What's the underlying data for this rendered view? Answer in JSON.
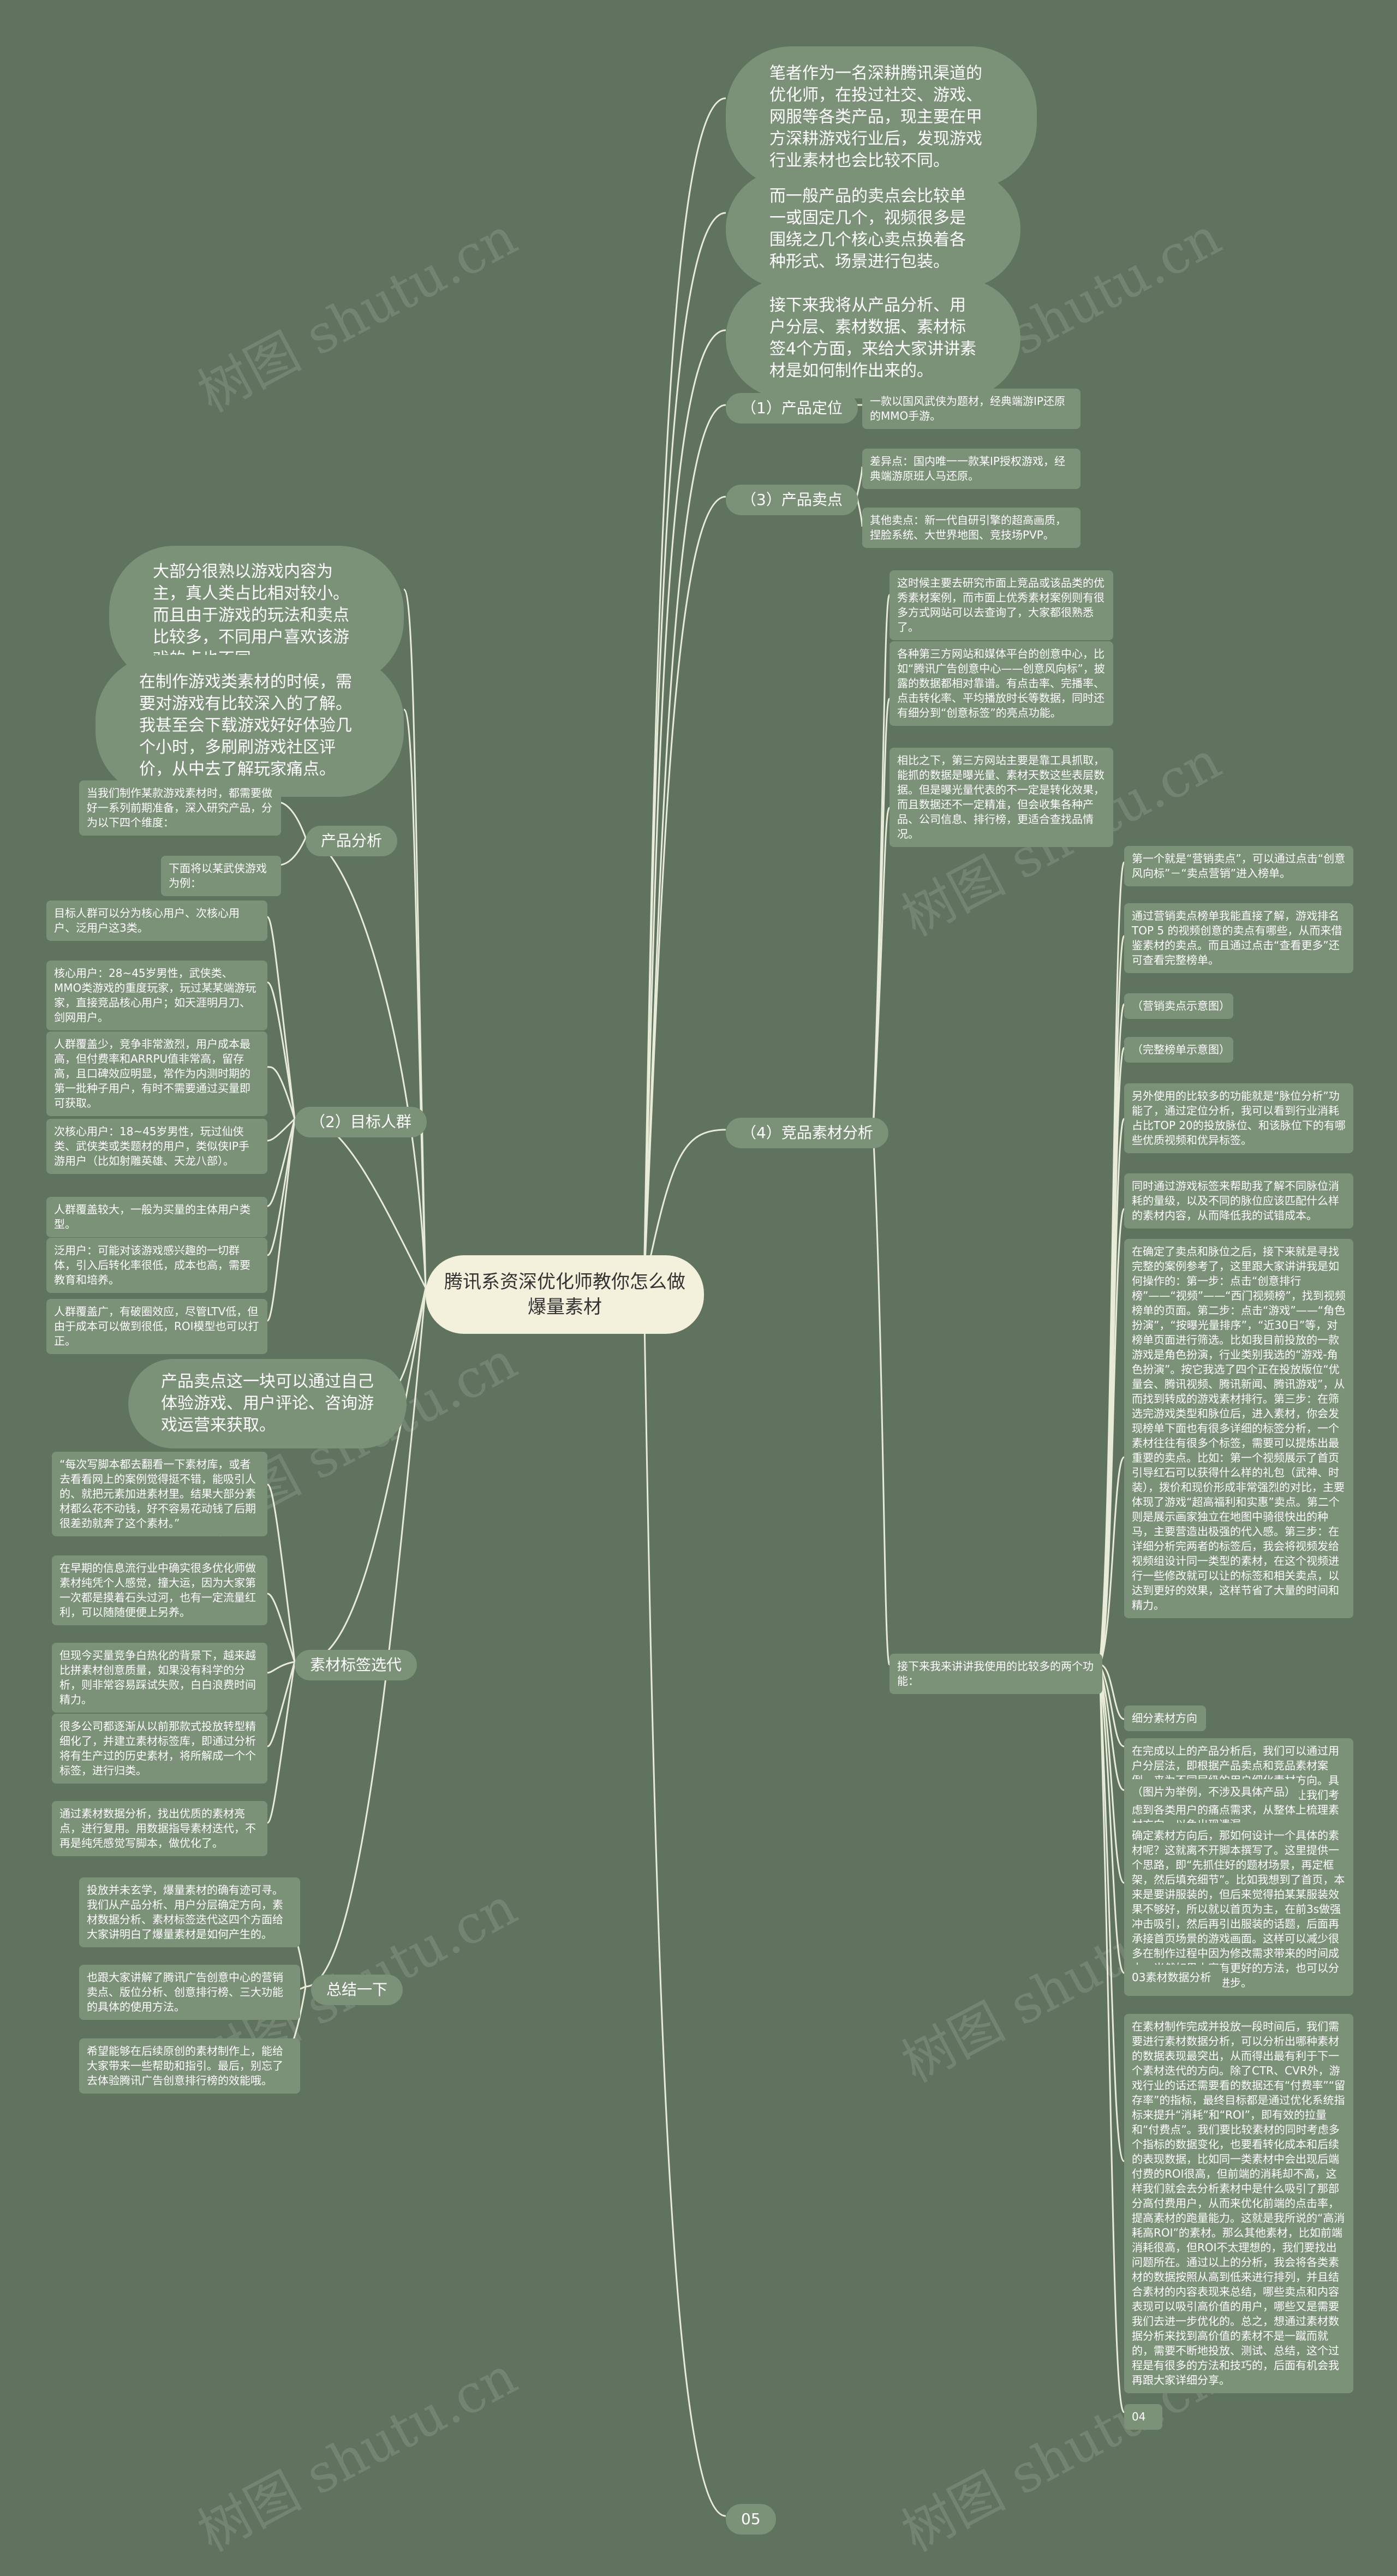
{
  "root": {
    "title": "腾讯系资深优化师教你怎么做爆量素材"
  },
  "right_top": [
    "笔者作为一名深耕腾讯渠道的优化师，在投过社交、游戏、网服等各类产品，现主要在甲方深耕游戏行业后，发现游戏行业素材也会比较不同。",
    "而一般产品的卖点会比较单一或固定几个，视频很多是围绕之几个核心卖点换着各种形式、场景进行包装。",
    "接下来我将从产品分析、用户分层、素材数据、素材标签4个方面，来给大家讲讲素材是如何制作出来的。"
  ],
  "product_position": {
    "label": "（1）产品定位",
    "items": [
      "一款以国风武侠为题材，经典端游IP还原的MMO手游。"
    ]
  },
  "selling_points": {
    "label": "（3）产品卖点",
    "items": [
      "差异点：国内唯一一款某IP授权游戏，经典端游原班人马还原。",
      "其他卖点：新一代自研引擎的超高画质，捏脸系统、大世界地图、竞技场PVP。"
    ]
  },
  "competitor": {
    "label": "（4）竞品素材分析",
    "intro": [
      "这时候主要去研究市面上竞品或该品类的优秀素材案例，而市面上优秀素材案例则有很多方式网站可以去查询了，大家都很熟悉了。",
      "各种第三方网站和媒体平台的创意中心，比如“腾讯广告创意中心——创意风向标”，披露的数据都相对靠谱。有点击率、完播率、点击转化率、平均播放时长等数据，同时还有细分到“创意标签”的亮点功能。",
      "相比之下，第三方网站主要是靠工具抓取，能抓的数据是曝光量、素材天数这些表层数据。但是曝光量代表的不一定是转化效果，而且数据还不一定精准，但会收集各种产品、公司信息、排行榜，更适合查找品情况。"
    ],
    "branch": "接下来我来讲讲我使用的比较多的两个功能：",
    "details": [
      "第一个就是“营销卖点”，可以通过点击“创意风向标”－“卖点营销”进入榜单。",
      "通过营销卖点榜单我能直接了解，游戏排名TOP 5 的视频创意的卖点有哪些，从而来借鉴素材的卖点。而且通过点击“查看更多”还可查看完整榜单。",
      "（营销卖点示意图）",
      "（完整榜单示意图）",
      "另外使用的比较多的功能就是“脉位分析”功能了，通过定位分析，我可以看到行业消耗占比TOP 20的投放脉位、和该脉位下的有哪些优质视频和优异标签。",
      "同时通过游戏标签来帮助我了解不同脉位消耗的量级，以及不同的脉位应该匹配什么样的素材内容，从而降低我的试错成本。",
      "在确定了卖点和脉位之后，接下来就是寻找完整的案例参考了，这里跟大家讲讲我是如何操作的：第一步：点击“创意排行榜”——“视频”——“西门视频榜”，找到视频榜单的页面。第二步：点击“游戏”——“角色扮演”，“按曝光量排序”，“近30日”等，对榜单页面进行筛选。比如我目前投放的一款游戏是角色扮演，行业类别我选的“游戏-角色扮演”。按它我选了四个正在投放版位“优量会、腾讯视频、腾讯新闻、腾讯游戏”，从而找到转成的游戏素材排行。第三步：在筛选完游戏类型和脉位后，进入素材，你会发现榜单下面也有很多详细的标签分析，一个素材往往有很多个标签，需要可以提炼出最重要的卖点。比如：第一个视频展示了首页引导红石可以获得什么样的礼包（武神、时装），拨价和现价形成非常强烈的对比，主要体现了游戏“超高福利和实惠”卖点。第二个则是展示画家独立在地图中骑很快出的种马，主要营造出极强的代入感。第三步：在详细分析完两者的标签后，我会将视频发给视频组设计同一类型的素材，在这个视频进行一些修改就可以让的标签和相关卖点，以达到更好的效果，这样节省了大量的时间和精力。",
      "细分素材方向",
      "在完成以上的产品分析后，我们可以通过用户分层法，即根据产品卖点和竞品素材案例，来为不同层级的用户细化素材方向。具体如图所示，这样的好处是，能够让我们考虑到各类用户的痛点需求，从整体上梳理素材方向，以免出现遗漏。",
      "（图片为举例，不涉及具体产品）",
      "确定素材方向后，那如何设计一个具体的素材呢？这就离不开脚本撰写了。这里提供一个思路，即“先抓住好的题材场景，再定框架，然后填充细节”。比如我想到了首页，本来是要讲服装的，但后来觉得拍某某服装效果不够好，所以就以首页为主，在前3s做强冲击吸引，然后再引出服装的话题，后面再承接首页场景的游戏画面。这样可以减少很多在制作过程中因为修改需求带来的时间成本，当然如果大家有更好的方法，也可以分享给我，一起交流进步。",
      "03素材数据分析",
      "在素材制作完成并投放一段时间后，我们需要进行素材数据分析，可以分析出哪种素材的数据表现最突出，从而得出最有利于下一个素材迭代的方向。除了CTR、CVR外，游戏行业的话还需要看的数据还有“付费率”“留存率”的指标，最终目标都是通过优化系统指标来提升“消耗”和“ROI”，即有效的拉量和“付费点”。我们要比较素材的同时考虑多个指标的数据变化，也要看转化成本和后续的表现数据，比如同一类素材中会出现后端付费的ROI很高，但前端的消耗却不高，这样我们就会去分析素材中是什么吸引了那部分高付费用户，从而来优化前端的点击率，提高素材的跑量能力。这就是我所说的“高消耗高ROI”的素材。那么其他素材，比如前端消耗很高，但ROI不太理想的，我们要找出问题所在。通过以上的分析，我会将各类素材的数据按照从高到低来进行排列，并且结合素材的内容表现来总结，哪些卖点和内容表现可以吸引高价值的用户，哪些又是需要我们去进一步优化的。总之，想通过素材数据分析来找到高价值的素材不是一蹴而就的，需要不断地投放、测试、总结，这个过程是有很多的方法和技巧的，后面有机会我再跟大家详细分享。",
      "04"
    ]
  },
  "bottom_right": "05",
  "left_top": [
    "大部分很熟以游戏内容为主，真人类占比相对较小。而且由于游戏的玩法和卖点比较多，不同用户喜欢该游戏的点也不同。",
    "在制作游戏类素材的时候，需要对游戏有比较深入的了解。我甚至会下载游戏好好体验几个小时，多刷刷游戏社区评价，从中去了解玩家痛点。"
  ],
  "product_analysis": {
    "label": "产品分析",
    "items": [
      "当我们制作某款游戏素材时，都需要做好一系列前期准备，深入研究产品，分为以下四个维度：",
      "下面将以某武侠游戏为例："
    ]
  },
  "target_users": {
    "label": "（2）目标人群",
    "items": [
      "目标人群可以分为核心用户、次核心用户、泛用户这3类。",
      "核心用户：28~45岁男性，武侠类、MMO类游戏的重度玩家，玩过某某端游玩家，直接竞品核心用户；如天涯明月刀、剑网用户。",
      "人群覆盖少，竞争非常激烈，用户成本最高，但付费率和ARRPU值非常高，留存高，且口碑效应明显，常作为内测时期的第一批种子用户，有时不需要通过买量即可获取。",
      "次核心用户：18~45岁男性，玩过仙侠类、武侠类或类题材的用户，类似侠IP手游用户（比如射雕英雄、天龙八部）。",
      "人群覆盖较大，一般为买量的主体用户类型。",
      "泛用户：可能对该游戏感兴趣的一切群体，引入后转化率很低，成本也高，需要教育和培养。",
      "人群覆盖广，有破圈效应，尽管LTV低，但由于成本可以做到很低，ROI模型也可以打正。"
    ]
  },
  "left_mid": "产品卖点这一块可以通过自己体验游戏、用户评论、咨询游戏运营来获取。",
  "material_tags": {
    "label": "素材标签选代",
    "items": [
      "“每次写脚本都去翻看一下素材库，或者去看看网上的案例觉得挺不错，能吸引人的、就把元素加进素材里。结果大部分素材都么花不动钱，好不容易花动钱了后期很差劲就奔了这个素材。”",
      "在早期的信息流行业中确实很多优化师做素材纯凭个人感觉，撞大运，因为大家第一次都是摸着石头过河，也有一定流量红利，可以随随便便上另养。",
      "但现今买量竞争白热化的背景下，越来越比拼素材创意质量，如果没有科学的分析，则非常容易踩试失败，白白浪费时间精力。",
      "很多公司都逐渐从以前那款式投放转型精细化了，并建立素材标签库，即通过分析将有生产过的历史素材，将所解成一个个标签，进行归类。",
      "通过素材数据分析，找出优质的素材亮点，进行复用。用数据指导素材迭代，不再是纯凭感觉写脚本，做优化了。"
    ]
  },
  "summary": {
    "label": "总结一下",
    "items": [
      "投放并未玄学，爆量素材的确有迹可寻。我们从产品分析、用户分层确定方向，素材数据分析、素材标签迭代这四个方面给大家讲明白了爆量素材是如何产生的。",
      "也跟大家讲解了腾讯广告创意中心的营销卖点、版位分析、创意排行榜、三大功能的具体的使用方法。",
      "希望能够在后续原创的素材制作上，能给大家带来一些帮助和指引。最后，别忘了去体验腾讯广告创意排行榜的效能哦。"
    ]
  },
  "watermark": "树图 shutu.cn"
}
